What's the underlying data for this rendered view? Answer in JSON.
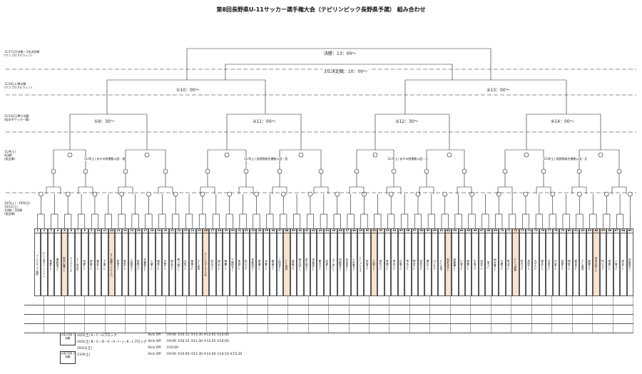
{
  "title": "第8回長野県U-11サッカー選手権大会（テピリンピック長野県予選） 組み合わせ",
  "left_labels": {
    "final_day": "11/17(日)決勝・3位決定戦\n(サンプロアルウィン)",
    "semi_day": "11/16(土)準決勝\n(サンプロアルウィン)",
    "qf_day": "11/10(日)準々決勝\n(松本平サッカー場)",
    "r3_day": "11/9(土)\n4回戦\n(各会場)",
    "r1_day": "10/5(土)・10/6(日)\n10/12(土)\n1回戦・2回戦\n(各会場)"
  },
  "rounds": {
    "final": "決勝：13：00～",
    "third": "3位決定戦：10：00～",
    "sf1": "①10：00～",
    "sf2": "②13：00～",
    "qf1": "①9：30～",
    "qf2": "②11：00～",
    "qf3": "③12：30～",
    "qf4": "④14：00～"
  },
  "venues": {
    "v1": "11/9(土)\nあずみ野運動公園・南",
    "v2": "11/9(土)\n長野県総合運動公園・西",
    "v3": "11/9(土)\nあずみ野運動公園・北",
    "v4": "11/9(土)\n長野県総合運動公園・北"
  },
  "teams": [
    {
      "no": "1",
      "name": "アンテロープ塩尻",
      "hl": false
    },
    {
      "no": "2",
      "name": "ＦＣ上田ジェンシャン",
      "hl": false
    },
    {
      "no": "3",
      "name": "長野ＦＣ",
      "hl": false
    },
    {
      "no": "4",
      "name": "豊科南ＳＣ",
      "hl": false
    },
    {
      "no": "5",
      "name": "松本山雅ＦＣ",
      "hl": true
    },
    {
      "no": "6",
      "name": "エスペランサ",
      "hl": false
    },
    {
      "no": "7",
      "name": "ＦＣ佐久平",
      "hl": false
    },
    {
      "no": "8",
      "name": "伊那ＦＣ",
      "hl": false
    },
    {
      "no": "9",
      "name": "須坂ＦＣ",
      "hl": false
    },
    {
      "no": "10",
      "name": "諏訪ＦＣ",
      "hl": false
    },
    {
      "no": "11",
      "name": "千曲ＦＣ",
      "hl": false
    },
    {
      "no": "12",
      "name": "ＡＣ長野パルセイロ",
      "hl": true
    },
    {
      "no": "13",
      "name": "辰野ＳＣ",
      "hl": false
    },
    {
      "no": "14",
      "name": "飯田ＦＣ",
      "hl": false
    },
    {
      "no": "15",
      "name": "上田南ＳＣ",
      "hl": false
    },
    {
      "no": "16",
      "name": "茅野ＳＣ",
      "hl": false
    },
    {
      "no": "17",
      "name": "安曇野ＦＣ",
      "hl": false
    },
    {
      "no": "18",
      "name": "小諸ＦＣ",
      "hl": false
    },
    {
      "no": "19",
      "name": "塩尻ＦＣ",
      "hl": false
    },
    {
      "no": "20",
      "name": "中野ＦＣ",
      "hl": false
    },
    {
      "no": "21",
      "name": "岡谷ＳＣ",
      "hl": false
    },
    {
      "no": "22",
      "name": "駒ヶ根ＦＣ",
      "hl": false
    },
    {
      "no": "23",
      "name": "大町ＦＣ",
      "hl": false
    },
    {
      "no": "24",
      "name": "東御ＳＣ",
      "hl": false
    },
    {
      "no": "25",
      "name": "ＦＣ松本",
      "hl": false
    },
    {
      "no": "26",
      "name": "ＦＣ.ＣＯＲＡＺＯＮ",
      "hl": true
    },
    {
      "no": "27",
      "name": "佐久ＳＣ",
      "hl": false
    },
    {
      "no": "28",
      "name": "飯山ＦＣ",
      "hl": false
    },
    {
      "no": "29",
      "name": "箕輪ＦＣ",
      "hl": false
    },
    {
      "no": "30",
      "name": "下諏訪ＳＣ",
      "hl": false
    },
    {
      "no": "31",
      "name": "坂城ＦＣ",
      "hl": false
    },
    {
      "no": "32",
      "name": "松川ＳＣ",
      "hl": false
    },
    {
      "no": "33",
      "name": "長野南ＳＣ",
      "hl": false
    },
    {
      "no": "34",
      "name": "更埴ＦＣ",
      "hl": false
    },
    {
      "no": "35",
      "name": "木曽ＦＣ",
      "hl": false
    },
    {
      "no": "36",
      "name": "穂高ＳＣ",
      "hl": false
    },
    {
      "no": "37",
      "name": "上田北ＦＣ",
      "hl": false
    },
    {
      "no": "38",
      "name": "ＦＣ信州",
      "hl": true
    },
    {
      "no": "39",
      "name": "高森ＳＣ",
      "hl": false
    },
    {
      "no": "40",
      "name": "御代田ＦＣ",
      "hl": false
    },
    {
      "no": "41",
      "name": "富士見ＳＣ",
      "hl": false
    },
    {
      "no": "42",
      "name": "須坂南ＦＣ",
      "hl": false
    },
    {
      "no": "43",
      "name": "朝日ＳＣ",
      "hl": false
    },
    {
      "no": "44",
      "name": "信濃ＦＣ",
      "hl": false
    },
    {
      "no": "45",
      "name": "山ノ内ＦＣ",
      "hl": false
    },
    {
      "no": "46",
      "name": "伊那東ＳＣ",
      "hl": false
    },
    {
      "no": "47",
      "name": "松本南ＦＣ",
      "hl": false
    },
    {
      "no": "48",
      "name": "小布施ＳＣ",
      "hl": false
    },
    {
      "no": "49",
      "name": "ＦＣアビエス",
      "hl": false
    },
    {
      "no": "50",
      "name": "阿智ＳＣ",
      "hl": false
    },
    {
      "no": "51",
      "name": "立科ＦＣ",
      "hl": true
    },
    {
      "no": "52",
      "name": "原村ＳＣ",
      "hl": false
    },
    {
      "no": "53",
      "name": "長和ＦＣ",
      "hl": false
    },
    {
      "no": "54",
      "name": "喬木ＳＣ",
      "hl": false
    },
    {
      "no": "55",
      "name": "白馬ＦＣ",
      "hl": false
    },
    {
      "no": "56",
      "name": "青木ＳＣ",
      "hl": false
    },
    {
      "no": "57",
      "name": "野沢ＦＣ",
      "hl": false
    },
    {
      "no": "58",
      "name": "宮田ＳＣ",
      "hl": false
    },
    {
      "no": "59",
      "name": "豊丘ＦＣ",
      "hl": false
    },
    {
      "no": "60",
      "name": "川上ＳＣ",
      "hl": false
    },
    {
      "no": "61",
      "name": "ＦＣ北信",
      "hl": false
    },
    {
      "no": "62",
      "name": "松本北ＳＣ",
      "hl": true
    },
    {
      "no": "63",
      "name": "南箕輪ＦＣ",
      "hl": false
    },
    {
      "no": "64",
      "name": "小海ＳＣ",
      "hl": false
    },
    {
      "no": "65",
      "name": "麻績ＦＣ",
      "hl": false
    },
    {
      "no": "66",
      "name": "生坂ＳＣ",
      "hl": false
    },
    {
      "no": "67",
      "name": "池田ＦＣ",
      "hl": false
    },
    {
      "no": "68",
      "name": "栄ＳＣ",
      "hl": false
    },
    {
      "no": "69",
      "name": "南木曽ＦＣ",
      "hl": false
    },
    {
      "no": "70",
      "name": "大鹿ＳＣ",
      "hl": false
    },
    {
      "no": "71",
      "name": "筑北ＦＣ",
      "hl": false
    },
    {
      "no": "72",
      "name": "ＦＣ上伊那",
      "hl": true
    },
    {
      "no": "73",
      "name": "松代ＳＣ",
      "hl": false
    },
    {
      "no": "74",
      "name": "波田ＦＣ",
      "hl": false
    },
    {
      "no": "75",
      "name": "丸子ＳＣ",
      "hl": false
    },
    {
      "no": "76",
      "name": "望月ＦＣ",
      "hl": false
    },
    {
      "no": "77",
      "name": "臼田ＳＣ",
      "hl": false
    },
    {
      "no": "78",
      "name": "戸倉ＦＣ",
      "hl": false
    },
    {
      "no": "79",
      "name": "信更ＳＣ",
      "hl": false
    },
    {
      "no": "80",
      "name": "明科ＦＣ",
      "hl": false
    },
    {
      "no": "81",
      "name": "堀金ＳＣ",
      "hl": false
    },
    {
      "no": "82",
      "name": "ＦＣ東信",
      "hl": false
    },
    {
      "no": "83",
      "name": "飯綱ＳＣ",
      "hl": false
    },
    {
      "no": "84",
      "name": "信州大町ＦＣ",
      "hl": true
    },
    {
      "no": "85",
      "name": "梓川ＳＣ",
      "hl": false
    },
    {
      "no": "86",
      "name": "美麻ＦＣ",
      "hl": false
    },
    {
      "no": "87",
      "name": "八坂ＳＣ",
      "hl": false
    },
    {
      "no": "88",
      "name": "坂北ＦＣ",
      "hl": false
    },
    {
      "no": "89",
      "name": "伊那西ＳＣ",
      "hl": false
    }
  ],
  "schedule": {
    "box1": "大会1日目\n1回戦",
    "box2": "大会2日目\n2回戦",
    "row1_date": "10/5(土) A・F・Gブロック",
    "row2_date": "10/5(土) B・C・D・E・H・I・J・K・Lブロック",
    "row3_date": "10/12(土)",
    "row4_date": "11/9(土)",
    "kickoff": "Kick Off",
    "row1_times": "①9:00 ②10:15 ③11:30 ④12:45 ⑤14:00",
    "row2_times": "①9:00 ②10:15 ③11:30 ④12:45 ⑤14:00",
    "row3_times": "①10:00",
    "row4_times": "①9:00 ②10:40 ③11:30 ④12:40 ⑤14:10 ⑥15:30"
  }
}
